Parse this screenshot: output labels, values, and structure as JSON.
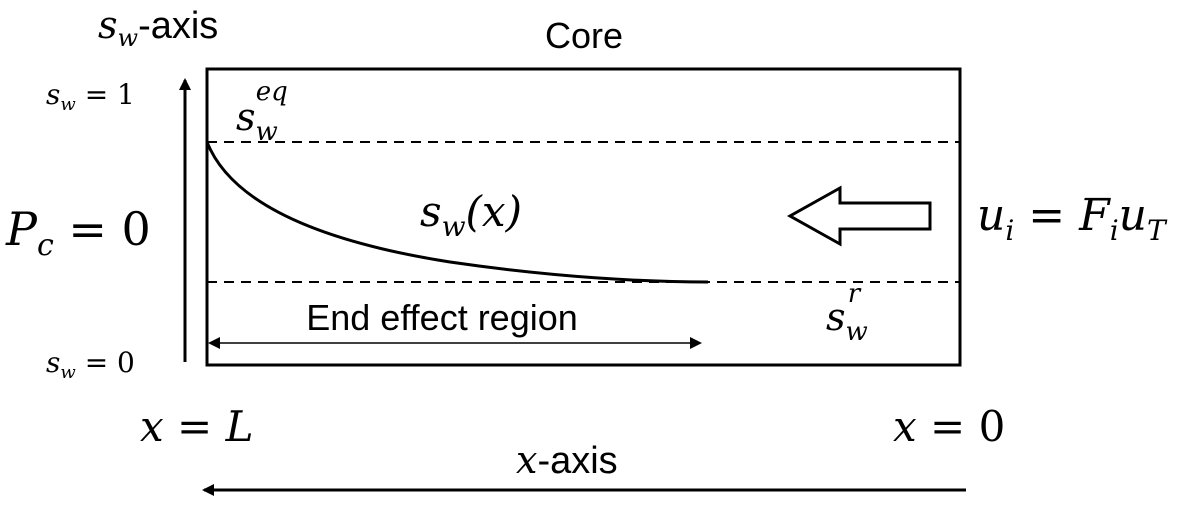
{
  "title": "Core",
  "yaxis": {
    "var": "s",
    "sub": "w",
    "suffix": "-axis"
  },
  "ticks": {
    "top": {
      "var": "s",
      "sub": "w",
      "rel": " = 1"
    },
    "bottom": {
      "var": "s",
      "sub": "w",
      "rel": " = 0"
    }
  },
  "pc": {
    "var": "P",
    "sub": "c",
    "rel": " = 0"
  },
  "sweq": {
    "var": "s",
    "sub": "w",
    "sup": "eq"
  },
  "swr": {
    "var": "s",
    "sub": "w",
    "sup": "r"
  },
  "curve": {
    "var": "s",
    "sub": "w",
    "arg": "(x)"
  },
  "inlet": {
    "lhs": "u",
    "lhs_sub": "i",
    "eq": " = ",
    "f": "F",
    "f_sub": "i",
    "u": "u",
    "u_sub": "T"
  },
  "region_label": "End effect region",
  "x_left": {
    "var": "x",
    "rel": " = L"
  },
  "x_right": {
    "var": "x",
    "rel": " = 0"
  },
  "xaxis": {
    "var": "x",
    "suffix": "-axis"
  }
}
